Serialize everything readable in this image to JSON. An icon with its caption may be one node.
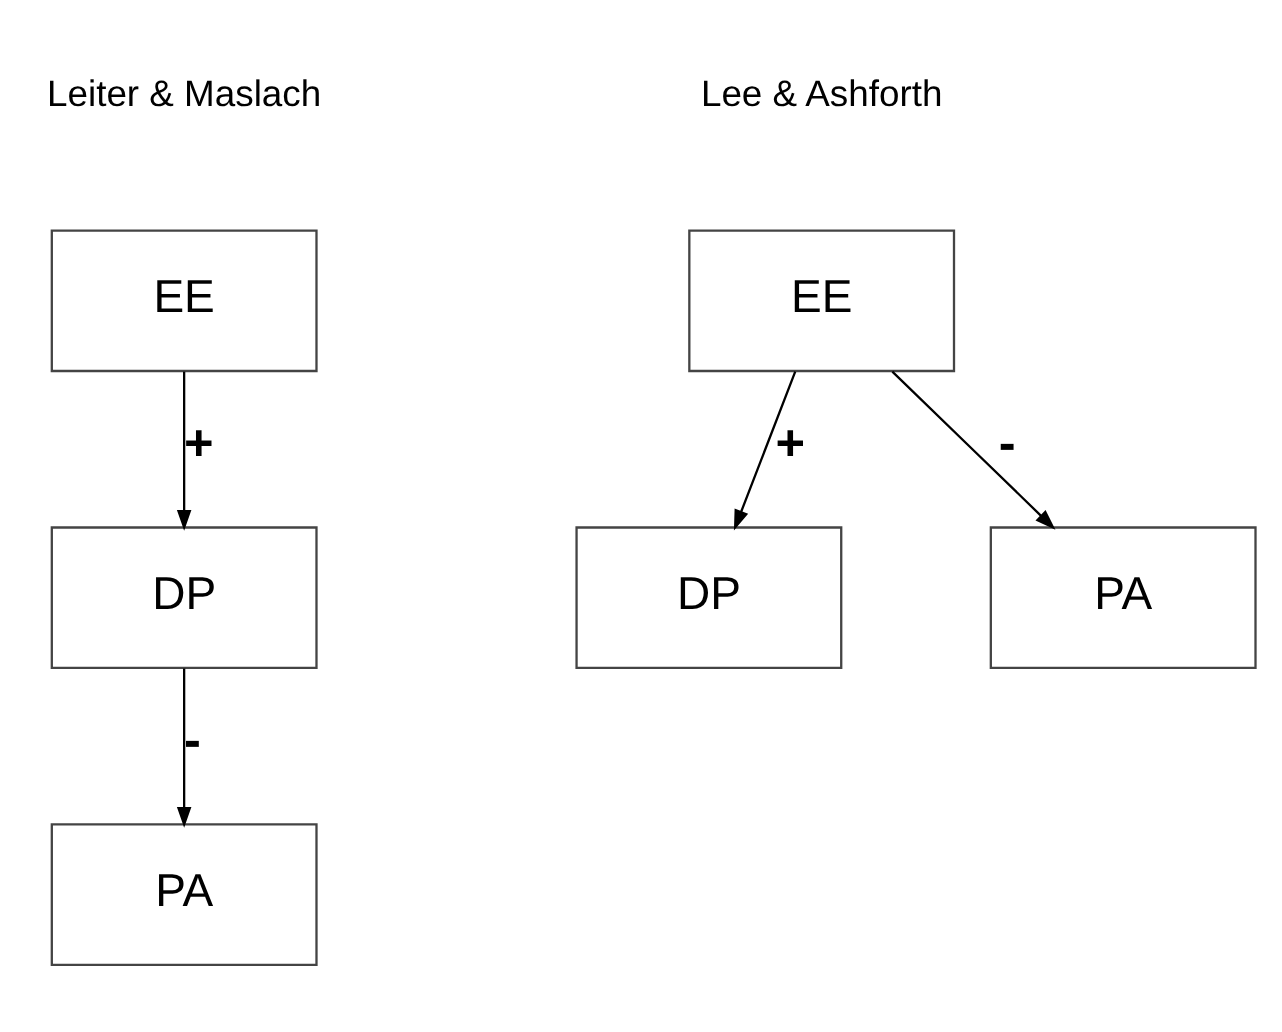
{
  "diagram": {
    "nodes": [
      {
        "text": [
          "EE"
        ]
      },
      {
        "text": [
          "DP"
        ]
      },
      {
        "text": [
          "PA"
        ]
      },
      {
        "text": [
          "EE"
        ]
      },
      {
        "text": [
          "DP"
        ]
      },
      {
        "text": [
          "PA"
        ]
      }
    ],
    "edges": [
      {
        "from": 0,
        "to": 1,
        "arrow": "to",
        "label": "+"
      },
      {
        "from": 1,
        "to": 2,
        "arrow": "to",
        "label": "-"
      },
      {
        "from": 3,
        "to": 4,
        "arrow": "to",
        "label": "+"
      },
      {
        "from": 3,
        "to": 5,
        "arrow": "to",
        "label": "-"
      }
    ],
    "labels": [
      "Leiter & Maslach",
      "Lee & Ashforth"
    ]
  }
}
